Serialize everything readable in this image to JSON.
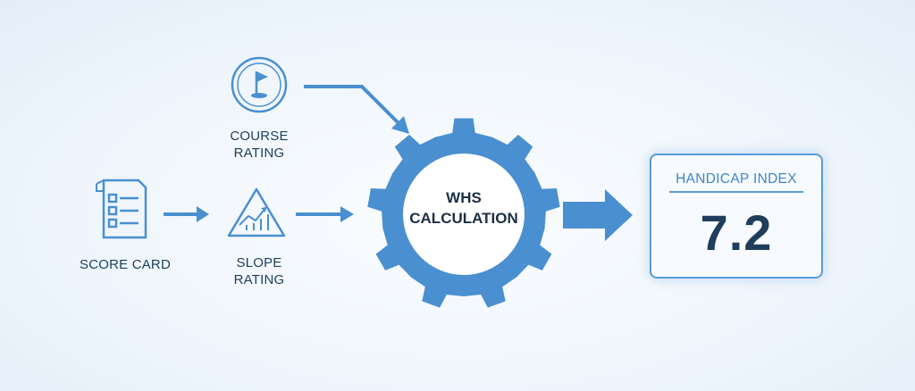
{
  "inputs": {
    "course_rating": [
      "COURSE",
      "RATING"
    ],
    "score_card": "SCORE CARD",
    "slope_rating": [
      "SLOPE",
      "RATING"
    ]
  },
  "process": {
    "title_line1": "WHS",
    "title_line2": "CALCULATION"
  },
  "result": {
    "title": "HANDICAP INDEX",
    "value": "7.2"
  },
  "icons": {
    "course": "golf-flag-icon",
    "score": "scorecard-document-icon",
    "slope": "slope-chart-icon",
    "process": "gear-icon"
  },
  "colors": {
    "accent": "#4a8fd0",
    "text": "#1f3d5c"
  }
}
